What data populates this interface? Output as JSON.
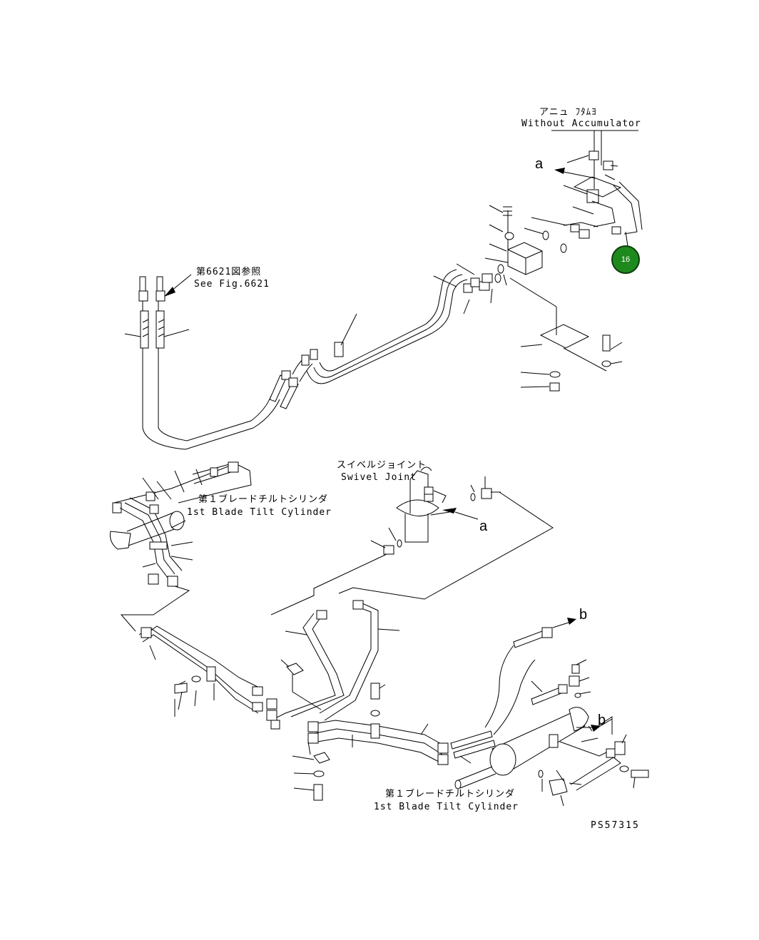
{
  "labels": {
    "without_accumulator_jp": "アニュ  ﾌﾀﾑﾖ",
    "without_accumulator_en": "Without Accumulator",
    "see_fig_jp": "第6621図参照",
    "see_fig_en": "See Fig.6621",
    "swivel_joint_jp": "スイベルジョイント",
    "swivel_joint_en": "Swivel Joint",
    "tilt_cylinder_1_jp": "第１ブレードチルトシリンダ",
    "tilt_cylinder_1_en": "1st Blade Tilt Cylinder",
    "tilt_cylinder_2_jp": "第１ブレードチルトシリンダ",
    "tilt_cylinder_2_en": "1st Blade Tilt Cylinder"
  },
  "arrows": {
    "a_top": "a",
    "a_mid": "a",
    "b_upper": "b",
    "b_lower": "b"
  },
  "part_badge": {
    "number": "16",
    "color": "#1e8a1e"
  },
  "drawing_code": "PS57315"
}
